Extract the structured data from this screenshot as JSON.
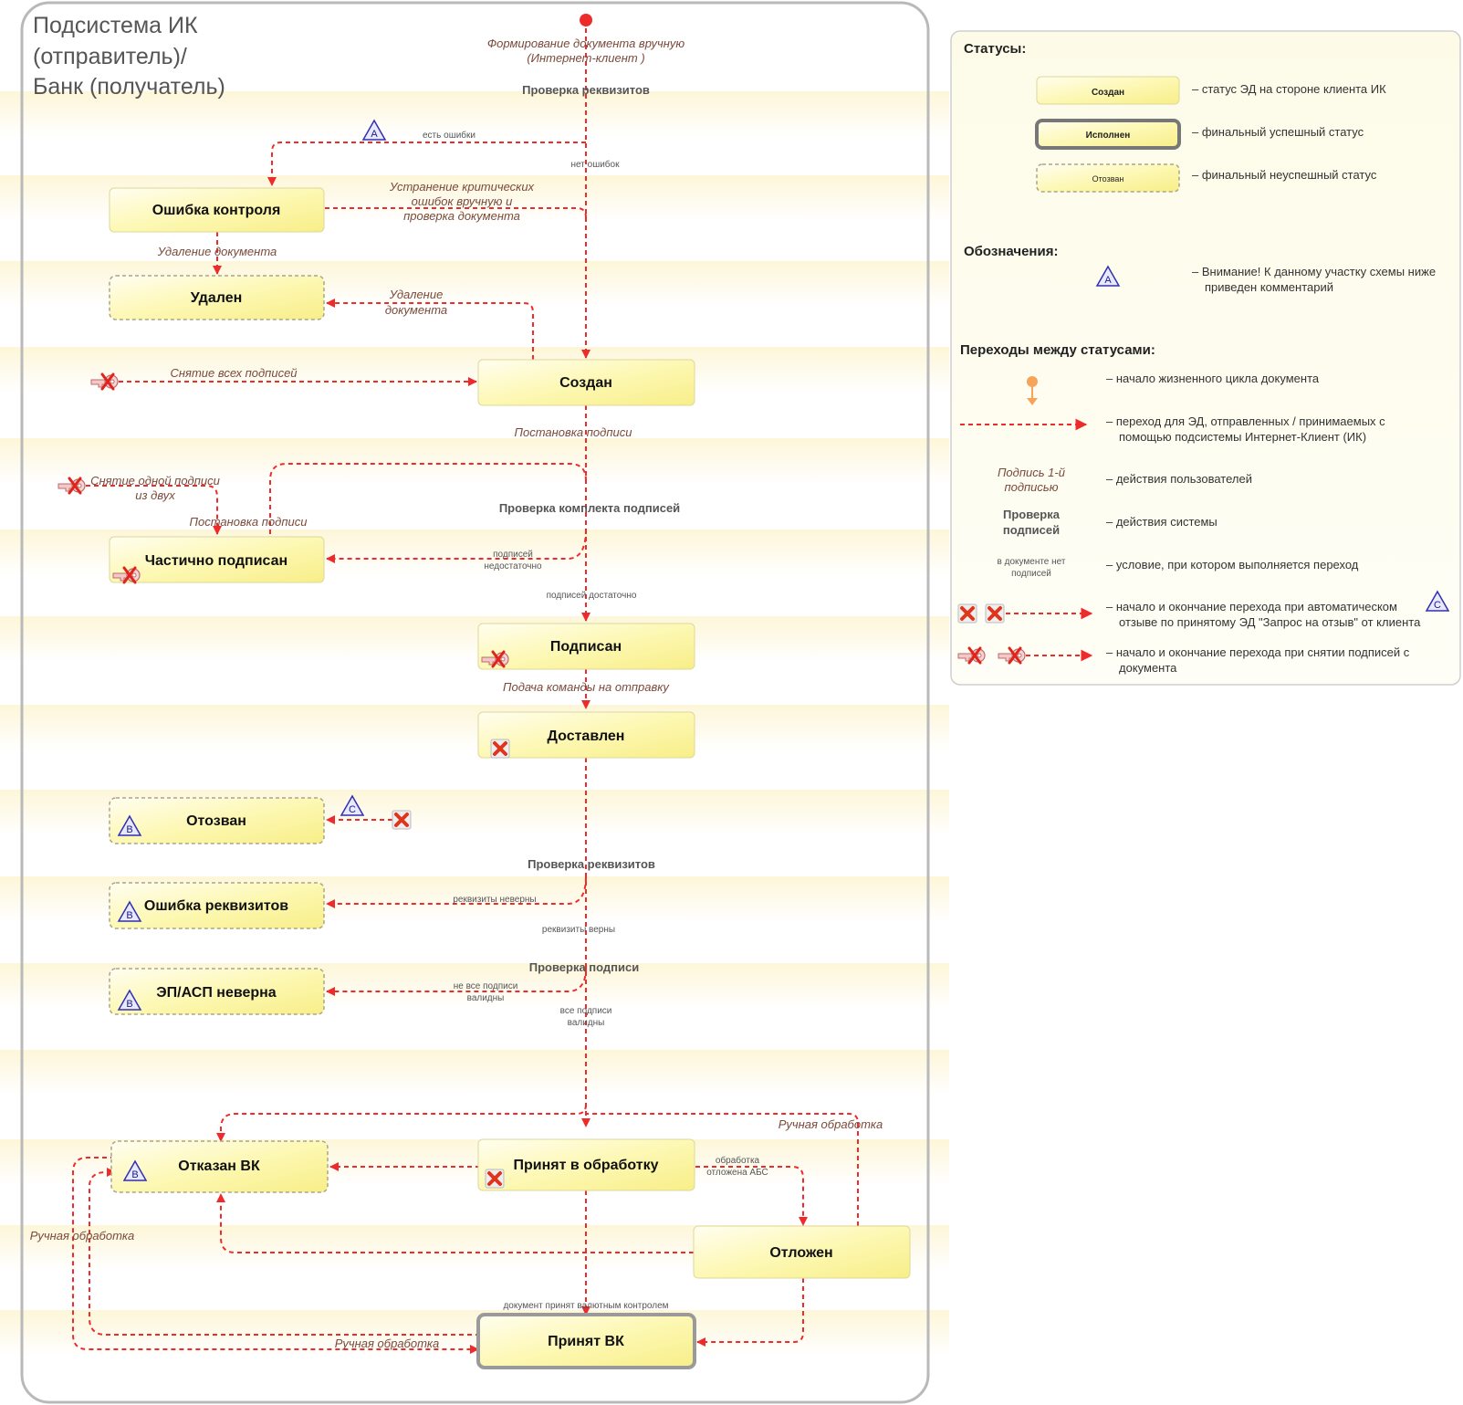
{
  "title": [
    "Подсистема ИК",
    "(отправитель)/",
    "Банк (получатель)"
  ],
  "states": {
    "oshibka_kontrolya": "Ошибка контроля",
    "udalen": "Удален",
    "sozdan": "Создан",
    "chastichno": "Частично подписан",
    "podpisan": "Подписан",
    "dostavlen": "Доставлен",
    "otozvan": "Отозван",
    "oshibka_rekv": "Ошибка реквизитов",
    "ep_neverna": "ЭП/АСП неверна",
    "otkazan_vk": "Отказан ВК",
    "prinyat_obr": "Принят в обработку",
    "otlozhen": "Отложен",
    "prinyat_vk": "Принят ВК"
  },
  "actions": {
    "formirovanie": [
      "Формирование  документа вручную",
      "(Интернет-клиент )"
    ],
    "ustranenie": [
      "Устранение критических",
      "ошибок вручную и",
      "проверка документа"
    ],
    "udalenie1": "Удаление документа",
    "udalenie2": [
      "Удаление",
      "документа"
    ],
    "snyatie_vseh": "Снятие всех подписей",
    "postanovka1": "Постановка подписи",
    "snyatie_odnoi": [
      "Снятие одной подписи",
      "из двух"
    ],
    "postanovka2": "Постановка подписи",
    "podacha": "Подача команды на отправку",
    "ruchnaya1": "Ручная обработка",
    "ruchnaya2": "Ручная обработка",
    "ruchnaya3": "Ручная обработка"
  },
  "system": {
    "proverka_rekv1": "Проверка реквизитов",
    "proverka_komplekta": "Проверка комплекта  подписей",
    "proverka_rekv2": "Проверка реквизитов",
    "proverka_podpisi": "Проверка подписи"
  },
  "conditions": {
    "est_oshibki": "есть ошибки",
    "net_oshibok": "нет  ошибок",
    "podpisei_nedost": [
      "подписей",
      "недостаточно"
    ],
    "podpisei_dost": "подписей достаточно",
    "rekv_neverny": "реквизиты неверны",
    "rekv_verny": "реквизиты  верны",
    "ne_vse": [
      "не все подписи",
      "валидны"
    ],
    "vse": [
      "все подписи",
      "валидны"
    ],
    "obrabotka_otlozhena": [
      "обработка",
      "отложена АБС"
    ],
    "dok_prinyat": "документ принят валютным контролем"
  },
  "markers": {
    "a": "A",
    "b": "B",
    "c": "C"
  },
  "legend": {
    "statuses_head": "Статусы:",
    "status_created": "Создан",
    "status_created_desc": "–  статус ЭД  на стороне клиента ИК",
    "status_done": "Исполнен",
    "status_done_desc": "–  финальный успешный статус",
    "status_revoked": "Отозван",
    "status_revoked_desc": "–  финальный неуспешный статус",
    "marks_head": "Обозначения:",
    "mark_a": "A",
    "mark_desc": [
      "–  Внимание! К данному участку схемы ниже",
      "приведен комментарий"
    ],
    "trans_head": "Переходы между статусами:",
    "start_desc": "–  начало жизненного цикла документа",
    "trans_desc": [
      "–  переход для ЭД, отправленных / принимаемых с",
      "помощью подсистемы Интернет-Клиент (ИК)"
    ],
    "user_example": [
      "Подпись 1-й",
      "подписью"
    ],
    "user_desc": "–  действия пользователей",
    "sys_example": [
      "Проверка",
      "подписей"
    ],
    "sys_desc": "–  действия системы",
    "cond_example": [
      "в документе нет",
      "подписей"
    ],
    "cond_desc": "–  условие, при котором выполняется переход",
    "auto_desc": [
      "–  начало и окончание перехода при автоматическом",
      "отзыве по принятому ЭД \"Запрос на отзыв\" от клиента"
    ],
    "sign_desc": [
      "–  начало и окончание перехода при снятии подписей с",
      "документа"
    ],
    "mark_c": "C"
  },
  "colors": {
    "arrow": "#ee2b2b",
    "state_fill_light": "#fffbd0",
    "state_fill_dark": "#fcf38e",
    "stripe": "#fbf5d6"
  }
}
